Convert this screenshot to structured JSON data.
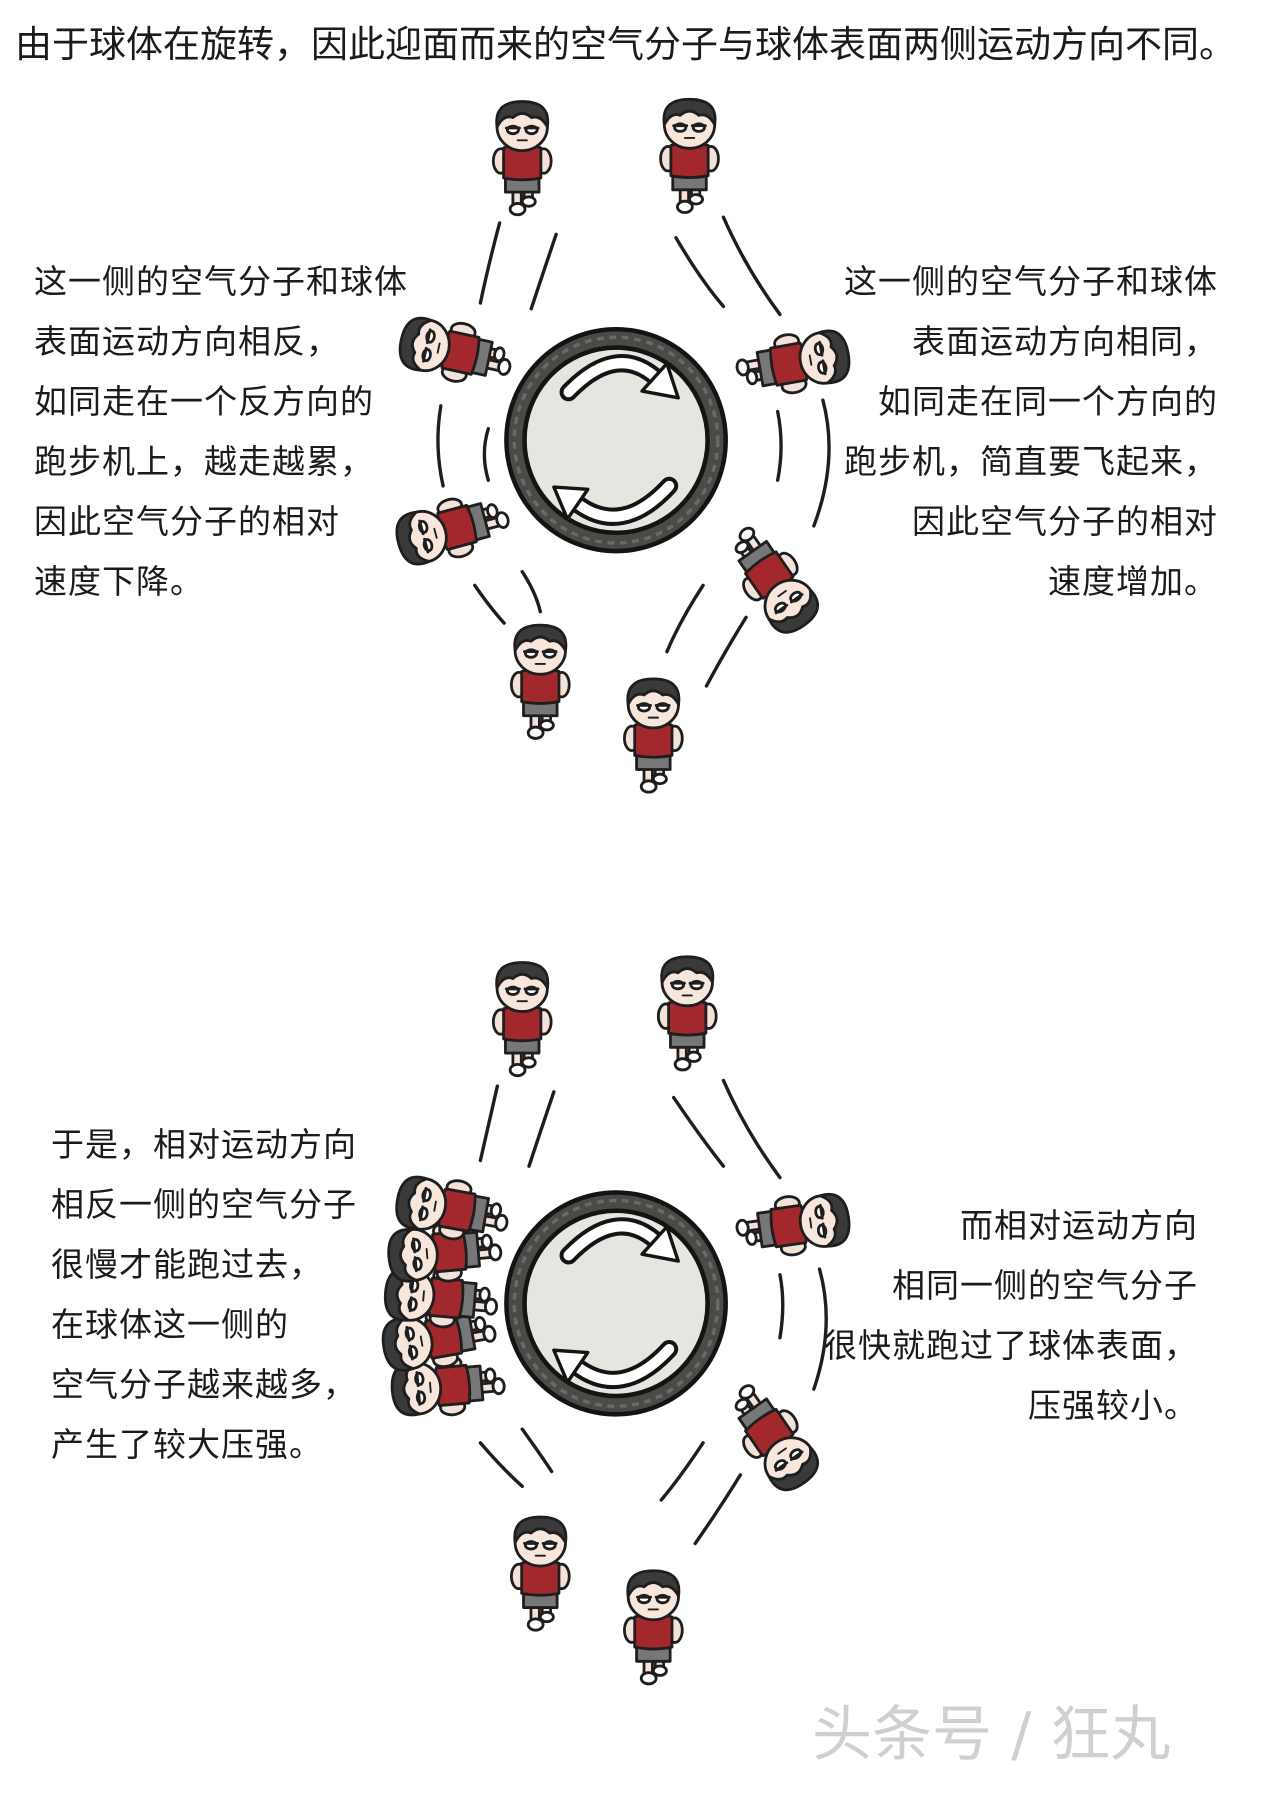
{
  "title": "由于球体在旋转，因此迎面而来的空气分子与球体表面两侧运动方向不同。",
  "panels": [
    {
      "left_lines": [
        "这一侧的空气分子和球体",
        "表面运动方向相反，",
        "如同走在一个反方向的",
        "跑步机上，越走越累，",
        "因此空气分子的相对",
        "速度下降。"
      ],
      "right_lines": [
        "这一侧的空气分子和球体",
        "表面运动方向相同，",
        "如同走在同一个方向的",
        "跑步机，简直要飞起来，",
        "因此空气分子的相对",
        "速度增加。"
      ]
    },
    {
      "left_lines": [
        "于是，相对运动方向",
        "相反一侧的空气分子",
        "很慢才能跑过去，",
        "在球体这一侧的",
        "空气分子越来越多，",
        "产生了较大压强。"
      ],
      "right_lines": [
        "而相对运动方向",
        "相同一侧的空气分子",
        "很快就跑过了球体表面，",
        "压强较小。"
      ]
    }
  ],
  "watermark": "头条号 / 狂丸",
  "colors": {
    "ball_rim": "#4a4a47",
    "ball_face": "#e6e5df",
    "shirt": "#a3282d",
    "shorts": "#777777",
    "skin": "#f6e6dc",
    "hair": "#3a3a3a"
  },
  "icons": [
    "rotation-arrow-icon",
    "air-molecule-runner"
  ]
}
